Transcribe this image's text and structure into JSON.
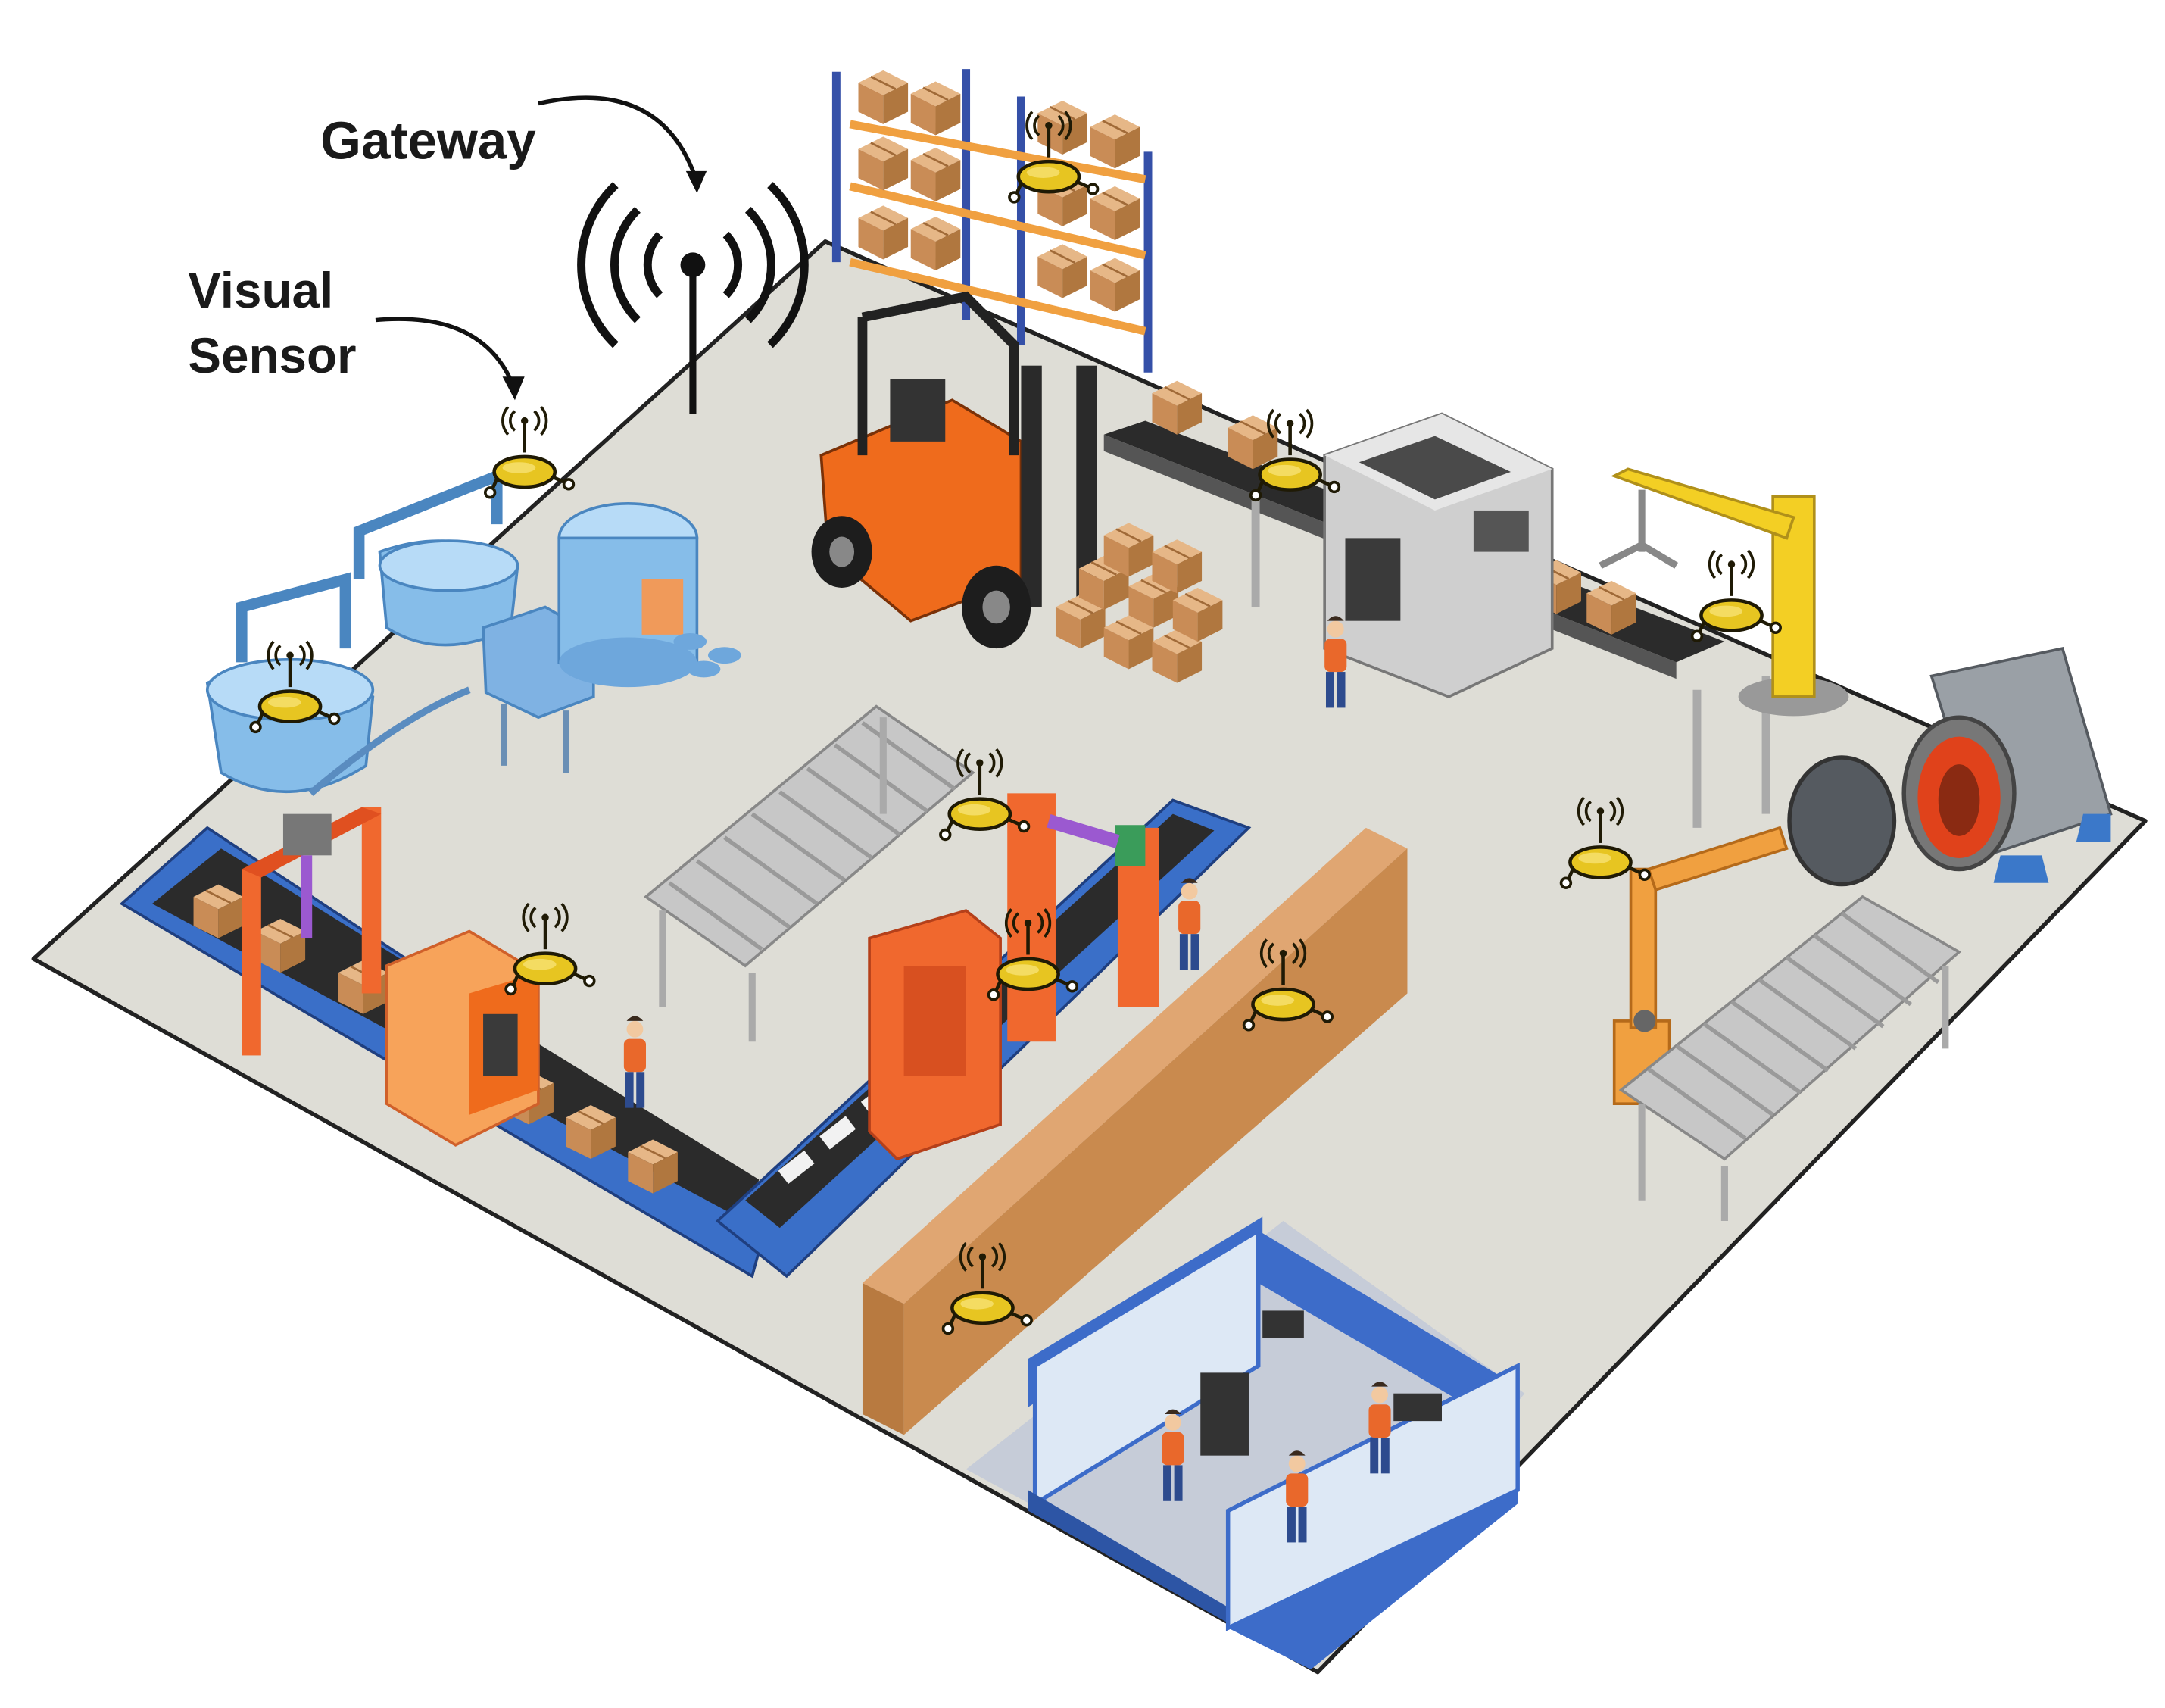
{
  "labels": {
    "gateway": "Gateway",
    "visual_sensor_line1": "Visual",
    "visual_sensor_line2": "Sensor"
  },
  "colors": {
    "floor": "#deddd6",
    "floor_edge": "#222222",
    "sensor_body": "#e7c521",
    "sensor_outline": "#1f1a05",
    "conveyor_blue": "#3a6fc8",
    "conveyor_belt": "#2b2b2b",
    "machine_orange": "#f06a2a",
    "partition_wall": "#c98a4e",
    "office_blue": "#3d6cc9",
    "forklift_orange": "#ef6b1c",
    "robot_yellow": "#f3cf24",
    "box_brown": "#d6a06e",
    "tank_blue": "#86bde9",
    "roller_grey": "#bdbdbd",
    "pipe_dark": "#555a60",
    "pipe_glow": "#e0421b",
    "rack_blue": "#3550a8"
  },
  "icons": {
    "gateway": "gateway-antenna-icon",
    "sensor": "visual-sensor-camera-icon"
  }
}
